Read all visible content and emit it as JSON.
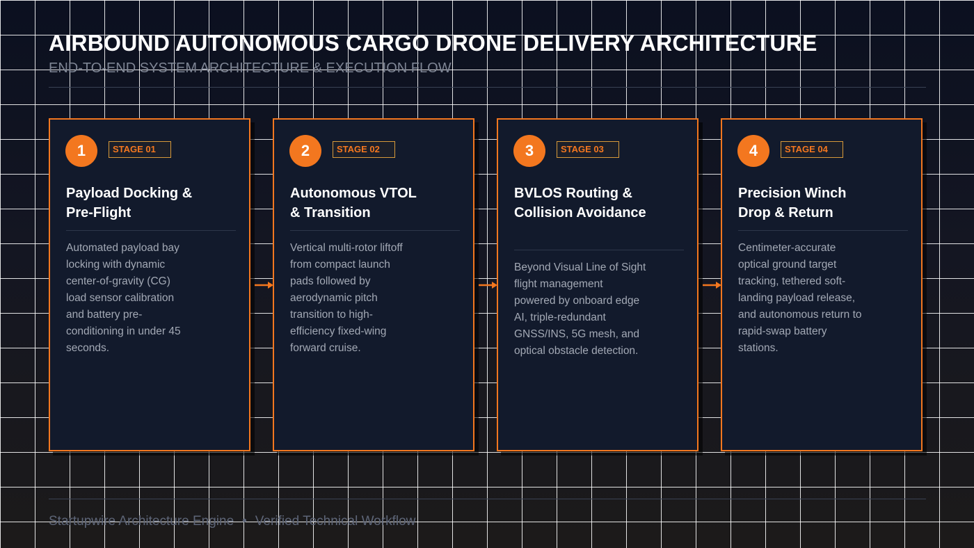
{
  "header": {
    "title": "AIRBOUND AUTONOMOUS CARGO DRONE DELIVERY ARCHITECTURE",
    "subtitle": "END-TO-END SYSTEM ARCHITECTURE & EXECUTION FLOW"
  },
  "stages": [
    {
      "number": "1",
      "tag": "STAGE 01",
      "title": "Payload Docking & Pre-Flight",
      "description": "Automated payload bay locking with dynamic center-of-gravity (CG) load sensor calibration and battery pre-conditioning in under 45 seconds."
    },
    {
      "number": "2",
      "tag": "STAGE 02",
      "title": "Autonomous VTOL & Transition",
      "description": "Vertical multi-rotor liftoff from compact launch pads followed by aerodynamic pitch transition to high-efficiency fixed-wing forward cruise."
    },
    {
      "number": "3",
      "tag": "STAGE 03",
      "title": "BVLOS Routing & Collision Avoidance",
      "description": "Beyond Visual Line of Sight flight management powered by onboard edge AI, triple-redundant GNSS/INS, 5G mesh, and optical obstacle detection."
    },
    {
      "number": "4",
      "tag": "STAGE 04",
      "title": "Precision Winch Drop & Return",
      "description": "Centimeter-accurate optical ground target tracking, tethered soft-landing payload release, and autonomous return to rapid-swap battery stations."
    }
  ],
  "footer": {
    "left": "Startupwire Architecture Engine",
    "separator": "•",
    "right": "Verified Technical Workflow"
  },
  "colors": {
    "accent": "#f3771f",
    "card_background": "#121a2c",
    "title": "#ffffff",
    "body_text": "#a3a9b5"
  },
  "icons": {
    "connector": "arrow-right-icon"
  }
}
